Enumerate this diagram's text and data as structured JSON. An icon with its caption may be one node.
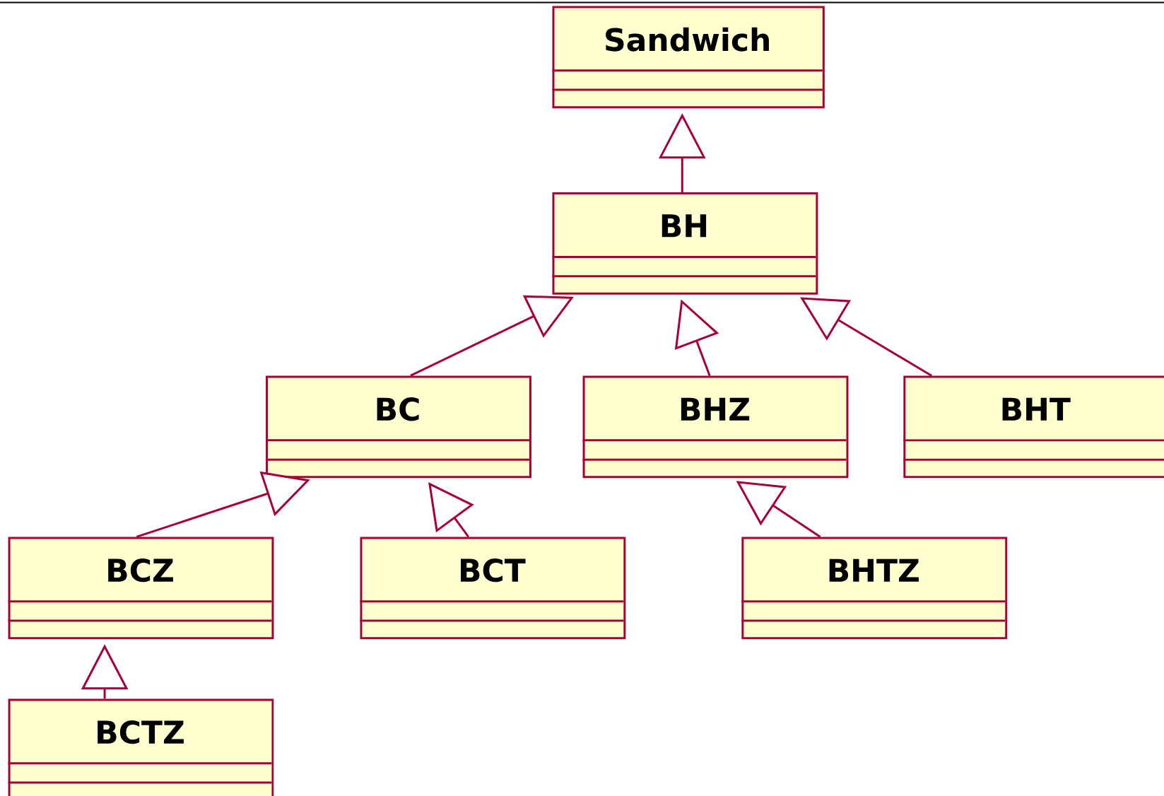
{
  "diagram": {
    "nodes": [
      {
        "text": [
          "Sandwich"
        ]
      },
      {
        "text": [
          "BH"
        ]
      },
      {
        "text": [
          "BC"
        ]
      },
      {
        "text": [
          "BHZ"
        ]
      },
      {
        "text": [
          "BHT"
        ]
      },
      {
        "text": [
          "BCZ"
        ]
      },
      {
        "text": [
          "BCT"
        ]
      },
      {
        "text": [
          "BHTZ"
        ]
      },
      {
        "text": [
          "BCTZ"
        ]
      }
    ],
    "edges": [
      {
        "from": 1,
        "to": 0,
        "arrow": "to"
      },
      {
        "from": 2,
        "to": 1,
        "arrow": "to"
      },
      {
        "from": 3,
        "to": 1,
        "arrow": "to"
      },
      {
        "from": 4,
        "to": 1,
        "arrow": "to"
      },
      {
        "from": 5,
        "to": 2,
        "arrow": "to"
      },
      {
        "from": 6,
        "to": 2,
        "arrow": "to"
      },
      {
        "from": 7,
        "to": 3,
        "arrow": "to"
      },
      {
        "from": 8,
        "to": 5,
        "arrow": "to"
      }
    ]
  }
}
